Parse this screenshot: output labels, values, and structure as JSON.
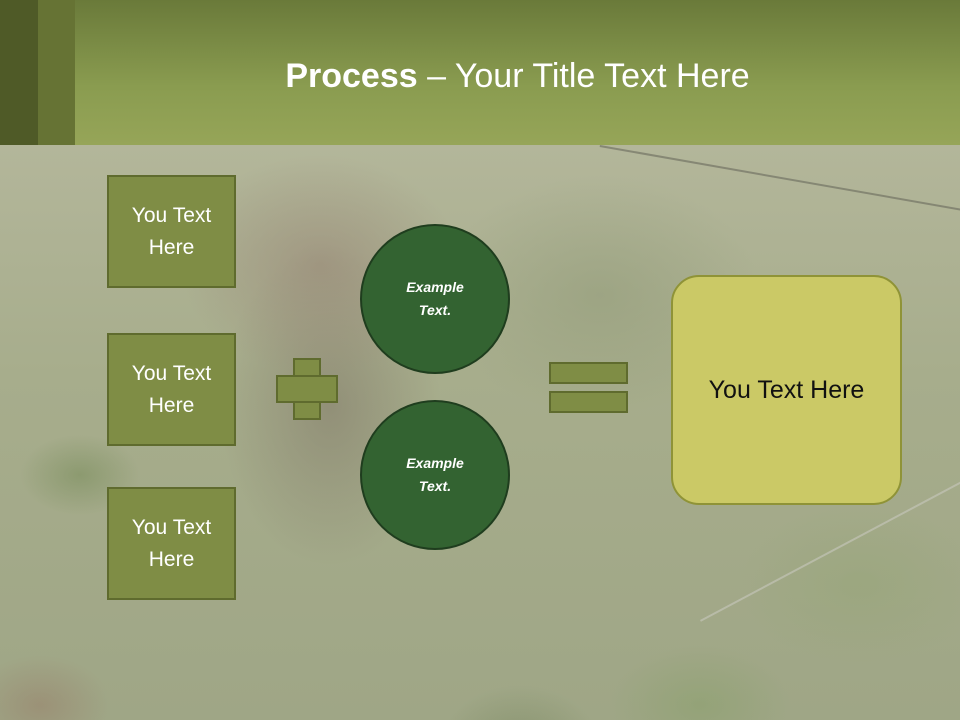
{
  "title": {
    "bold": "Process",
    "rest": " – Your Title Text Here"
  },
  "left_boxes": [
    {
      "label": "You Text Here"
    },
    {
      "label": "You Text Here"
    },
    {
      "label": "You Text Here"
    }
  ],
  "circles": [
    {
      "label": "Example Text."
    },
    {
      "label": "Example Text."
    }
  ],
  "result": {
    "label": "You Text Here"
  },
  "colors": {
    "header": "#8a9c50",
    "box_fill": "#7f8d45",
    "circle_fill": "#336331",
    "result_fill": "#cbc966"
  }
}
